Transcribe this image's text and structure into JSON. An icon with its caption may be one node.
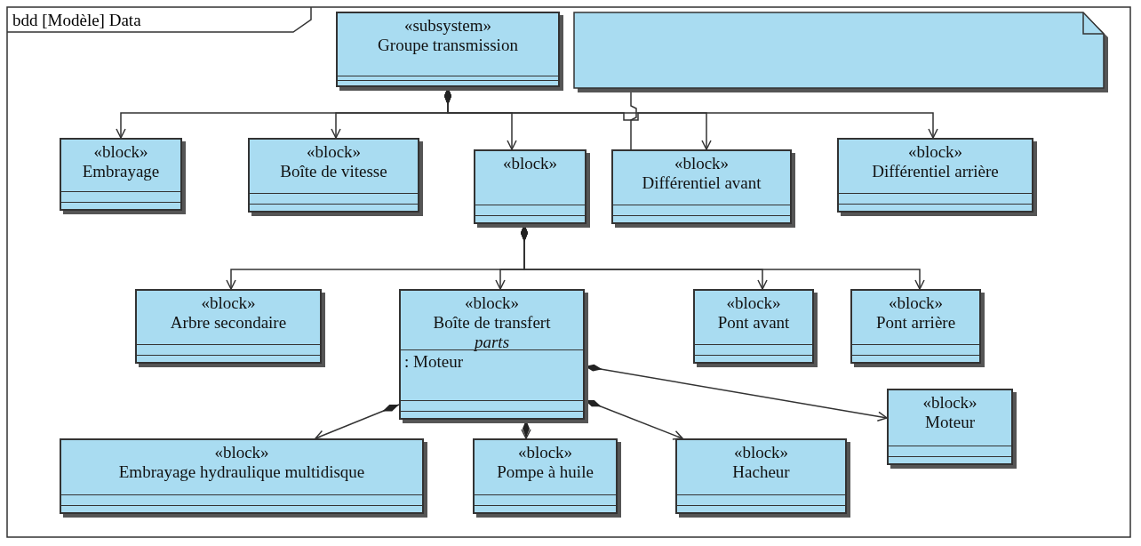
{
  "diagram": {
    "title": "bdd [Modèle] Data",
    "nodes": [
      {
        "text": [
          "«subsystem»",
          "Groupe transmission"
        ]
      },
      {
        "text": [],
        "shape": "note"
      },
      {
        "text": [
          "«block»",
          "Embrayage"
        ]
      },
      {
        "text": [
          "«block»",
          "Boîte de vitesse"
        ]
      },
      {
        "text": [
          "«block»"
        ]
      },
      {
        "text": [
          "«block»",
          "Différentiel avant"
        ]
      },
      {
        "text": [
          "«block»",
          "Différentiel arrière"
        ]
      },
      {
        "text": [
          "«block»",
          "Arbre secondaire"
        ]
      },
      {
        "text": [
          "«block»",
          "Boîte de transfert",
          "parts",
          ": Moteur"
        ]
      },
      {
        "text": [
          "«block»",
          "Pont avant"
        ]
      },
      {
        "text": [
          "«block»",
          "Pont arrière"
        ]
      },
      {
        "text": [
          "«block»",
          "Moteur"
        ]
      },
      {
        "text": [
          "«block»",
          "Embrayage hydraulique multidisque"
        ]
      },
      {
        "text": [
          "«block»",
          "Pompe à huile"
        ]
      },
      {
        "text": [
          "«block»",
          "Hacheur"
        ]
      }
    ],
    "edges": [
      {
        "from": 0,
        "to": 2,
        "arrow": "to"
      },
      {
        "from": 0,
        "to": 3,
        "arrow": "to"
      },
      {
        "from": 0,
        "to": 4,
        "arrow": "to"
      },
      {
        "from": 0,
        "to": 5,
        "arrow": "to"
      },
      {
        "from": 0,
        "to": 6,
        "arrow": "to"
      },
      {
        "from": 1,
        "to": 5,
        "arrow": "none"
      },
      {
        "from": 4,
        "to": 7,
        "arrow": "to"
      },
      {
        "from": 4,
        "to": 8,
        "arrow": "to"
      },
      {
        "from": 4,
        "to": 9,
        "arrow": "to"
      },
      {
        "from": 4,
        "to": 10,
        "arrow": "to"
      },
      {
        "from": 8,
        "to": 11,
        "arrow": "to"
      },
      {
        "from": 8,
        "to": 12,
        "arrow": "to"
      },
      {
        "from": 8,
        "to": 13,
        "arrow": "to"
      },
      {
        "from": 8,
        "to": 14,
        "arrow": "to"
      }
    ]
  }
}
